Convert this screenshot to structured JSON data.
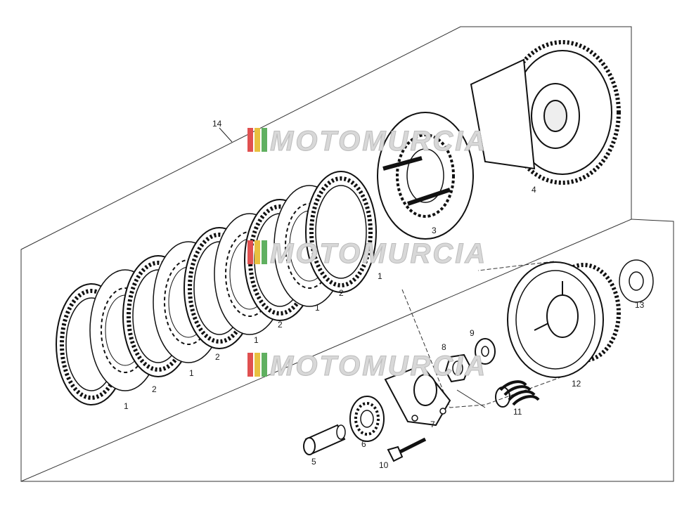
{
  "diagram": {
    "callouts": [
      {
        "id": "c14",
        "text": "14"
      },
      {
        "id": "c4",
        "text": "4"
      },
      {
        "id": "c3",
        "text": "3"
      },
      {
        "id": "c1a",
        "text": "1"
      },
      {
        "id": "c2a",
        "text": "2"
      },
      {
        "id": "c1b",
        "text": "1"
      },
      {
        "id": "c2b",
        "text": "2"
      },
      {
        "id": "c1c",
        "text": "1"
      },
      {
        "id": "c2c",
        "text": "2"
      },
      {
        "id": "c1d",
        "text": "1"
      },
      {
        "id": "c2d",
        "text": "2"
      },
      {
        "id": "c1e",
        "text": "1"
      },
      {
        "id": "c13",
        "text": "13"
      },
      {
        "id": "c12",
        "text": "12"
      },
      {
        "id": "c9",
        "text": "9"
      },
      {
        "id": "c8",
        "text": "8"
      },
      {
        "id": "c11",
        "text": "11"
      },
      {
        "id": "c7",
        "text": "7"
      },
      {
        "id": "c6",
        "text": "6"
      },
      {
        "id": "c5",
        "text": "5"
      },
      {
        "id": "c10",
        "text": "10"
      }
    ],
    "watermark": {
      "text": "MOTOMURCIA",
      "colors": [
        "#e05050",
        "#e8c040",
        "#60b060"
      ]
    }
  }
}
